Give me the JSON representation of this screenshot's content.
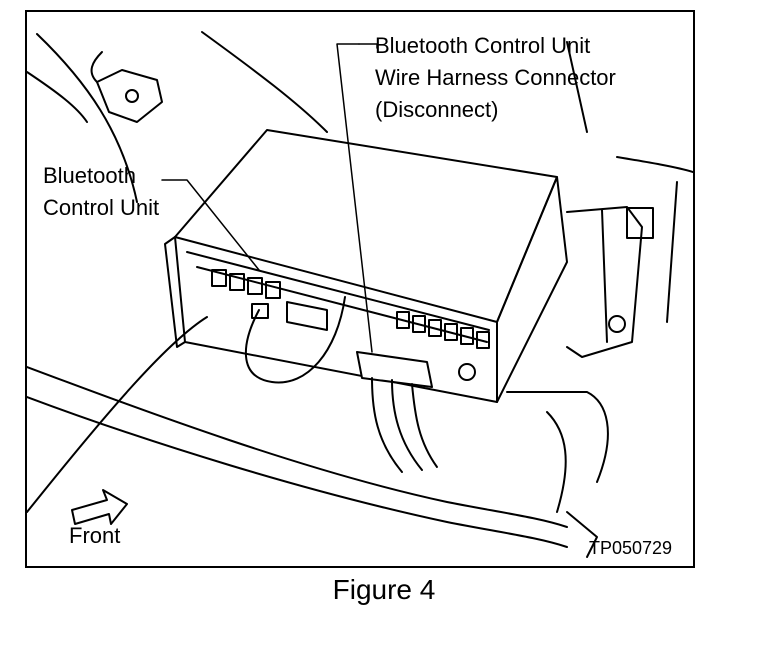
{
  "labels": {
    "connector_line1": "Bluetooth Control Unit",
    "connector_line2": "Wire Harness Connector",
    "connector_line3": "(Disconnect)",
    "unit_line1": "Bluetooth",
    "unit_line2": "Control Unit",
    "front": "Front"
  },
  "figure_code": "TP050729",
  "caption": "Figure 4",
  "colors": {
    "ink": "#000000",
    "paper": "#ffffff"
  }
}
